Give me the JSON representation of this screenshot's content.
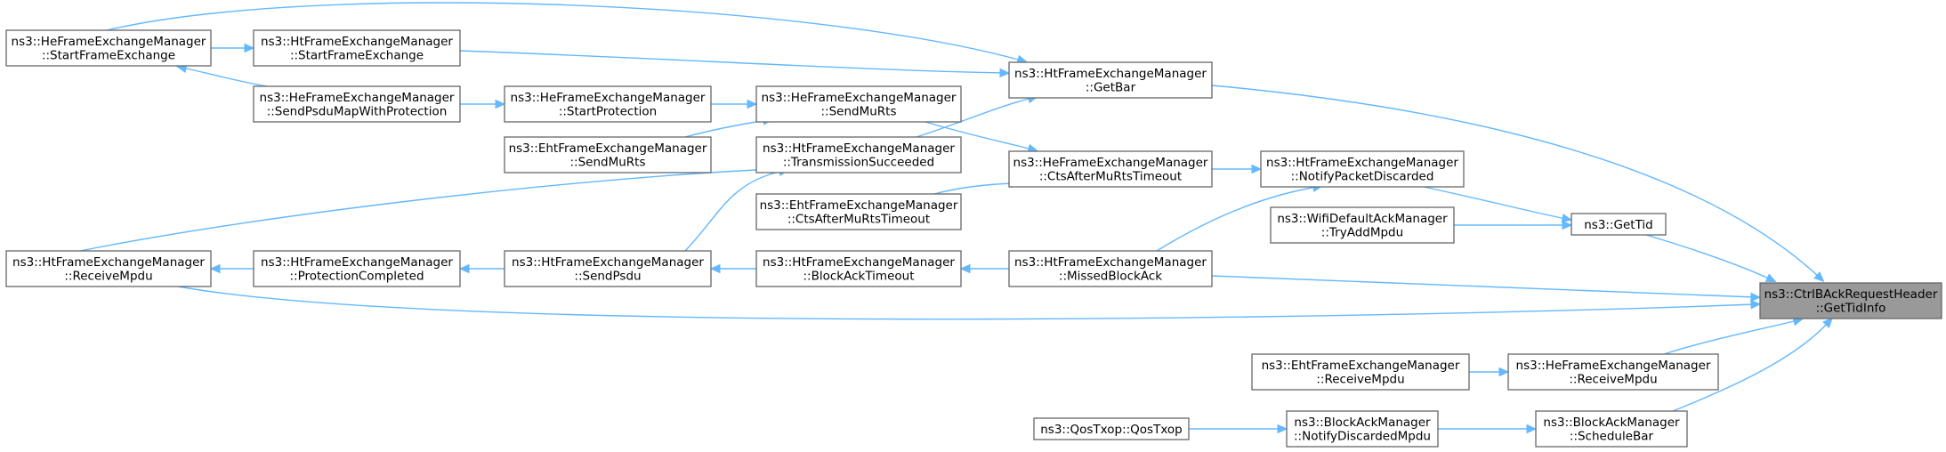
{
  "diagram": {
    "type": "caller-graph",
    "colors": {
      "edge": "#63b8ff",
      "node_border": "#666666",
      "target_fill": "#999999",
      "node_fill": "#ffffff"
    },
    "nodes": [
      {
        "id": "n0",
        "lines": [
          "ns3::CtrlBAckRequestHeader",
          "::GetTidInfo"
        ],
        "target": true
      },
      {
        "id": "n1",
        "lines": [
          "ns3::HtFrameExchangeManager",
          "::GetBar"
        ]
      },
      {
        "id": "n2",
        "lines": [
          "ns3::HeFrameExchangeManager",
          "::StartFrameExchange"
        ]
      },
      {
        "id": "n3",
        "lines": [
          "ns3::HtFrameExchangeManager",
          "::StartFrameExchange"
        ]
      },
      {
        "id": "n4",
        "lines": [
          "ns3::HeFrameExchangeManager",
          "::SendPsduMapWithProtection"
        ]
      },
      {
        "id": "n5",
        "lines": [
          "ns3::HeFrameExchangeManager",
          "::StartProtection"
        ]
      },
      {
        "id": "n6",
        "lines": [
          "ns3::HeFrameExchangeManager",
          "::SendMuRts"
        ]
      },
      {
        "id": "n7",
        "lines": [
          "ns3::EhtFrameExchangeManager",
          "::SendMuRts"
        ]
      },
      {
        "id": "n8",
        "lines": [
          "ns3::HtFrameExchangeManager",
          "::TransmissionSucceeded"
        ]
      },
      {
        "id": "n9",
        "lines": [
          "ns3::HeFrameExchangeManager",
          "::CtsAfterMuRtsTimeout"
        ]
      },
      {
        "id": "n10",
        "lines": [
          "ns3::HtFrameExchangeManager",
          "::NotifyPacketDiscarded"
        ]
      },
      {
        "id": "n11",
        "lines": [
          "ns3::EhtFrameExchangeManager",
          "::CtsAfterMuRtsTimeout"
        ]
      },
      {
        "id": "n12",
        "lines": [
          "ns3::WifiDefaultAckManager",
          "::TryAddMpdu"
        ]
      },
      {
        "id": "n13",
        "lines": [
          "ns3::GetTid"
        ]
      },
      {
        "id": "n14",
        "lines": [
          "ns3::HtFrameExchangeManager",
          "::ReceiveMpdu"
        ]
      },
      {
        "id": "n15",
        "lines": [
          "ns3::HtFrameExchangeManager",
          "::ProtectionCompleted"
        ]
      },
      {
        "id": "n16",
        "lines": [
          "ns3::HtFrameExchangeManager",
          "::SendPsdu"
        ]
      },
      {
        "id": "n17",
        "lines": [
          "ns3::HtFrameExchangeManager",
          "::BlockAckTimeout"
        ]
      },
      {
        "id": "n18",
        "lines": [
          "ns3::HtFrameExchangeManager",
          "::MissedBlockAck"
        ]
      },
      {
        "id": "n19",
        "lines": [
          "ns3::EhtFrameExchangeManager",
          "::ReceiveMpdu"
        ]
      },
      {
        "id": "n20",
        "lines": [
          "ns3::HeFrameExchangeManager",
          "::ReceiveMpdu"
        ]
      },
      {
        "id": "n21",
        "lines": [
          "ns3::QosTxop::QosTxop"
        ]
      },
      {
        "id": "n22",
        "lines": [
          "ns3::BlockAckManager",
          "::NotifyDiscardedMpdu"
        ]
      },
      {
        "id": "n23",
        "lines": [
          "ns3::BlockAckManager",
          "::ScheduleBar"
        ]
      }
    ],
    "edges": [
      {
        "from": "n1",
        "to": "n0"
      },
      {
        "from": "n2",
        "to": "n1"
      },
      {
        "from": "n2",
        "to": "n3"
      },
      {
        "from": "n3",
        "to": "n1"
      },
      {
        "from": "n4",
        "to": "n2"
      },
      {
        "from": "n4",
        "to": "n5"
      },
      {
        "from": "n5",
        "to": "n6"
      },
      {
        "from": "n6",
        "to": "n9"
      },
      {
        "from": "n7",
        "to": "n6"
      },
      {
        "from": "n8",
        "to": "n1"
      },
      {
        "from": "n9",
        "to": "n10"
      },
      {
        "from": "n10",
        "to": "n13"
      },
      {
        "from": "n11",
        "to": "n9"
      },
      {
        "from": "n12",
        "to": "n13"
      },
      {
        "from": "n13",
        "to": "n0"
      },
      {
        "from": "n14",
        "to": "n0"
      },
      {
        "from": "n14",
        "to": "n8"
      },
      {
        "from": "n15",
        "to": "n14"
      },
      {
        "from": "n16",
        "to": "n15"
      },
      {
        "from": "n16",
        "to": "n8"
      },
      {
        "from": "n17",
        "to": "n16"
      },
      {
        "from": "n18",
        "to": "n17"
      },
      {
        "from": "n18",
        "to": "n10"
      },
      {
        "from": "n18",
        "to": "n0"
      },
      {
        "from": "n19",
        "to": "n20"
      },
      {
        "from": "n20",
        "to": "n0"
      },
      {
        "from": "n21",
        "to": "n22"
      },
      {
        "from": "n22",
        "to": "n23"
      },
      {
        "from": "n23",
        "to": "n0"
      }
    ]
  }
}
